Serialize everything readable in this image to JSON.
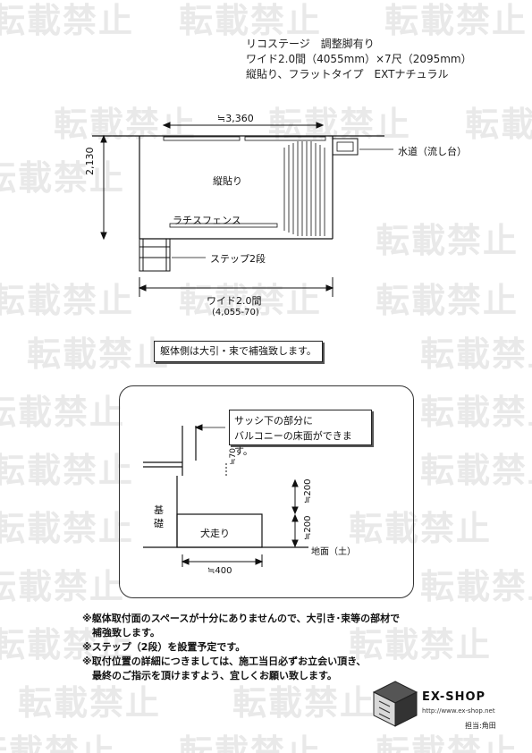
{
  "watermark": {
    "text": "転載禁止"
  },
  "header": {
    "line1": "リコステージ　調整脚有り",
    "line2": "ワイド2.0間（4055mm）×7尺（2095mm）",
    "line3": "縦貼り、フラットタイプ　EXTナチュラル"
  },
  "plan": {
    "dim_top": "≒3,360",
    "dim_left": "2,130",
    "deck_label": "縦貼り",
    "fence_label": "ラチスフェンス",
    "faucet_label": "水道（流し台）",
    "step_label": "ステップ2段",
    "width_label": "ワイド2.0間",
    "width_sub": "(4,055-70)"
  },
  "note": "躯体側は大引・束で補強致します。",
  "section": {
    "callout_line1": "サッシ下の部分に",
    "callout_line2": "バルコニーの床面ができます。",
    "dim_70": "≒70",
    "dim_200_upper": "≒200",
    "dim_200_lower": "≒200",
    "foundation_label": "基礎",
    "beam_label": "犬走り",
    "ground_label": "地面（土）",
    "dim_400": "≒400"
  },
  "footnotes": [
    "※躯体取付面のスペースが十分にありませんので、大引き･束等の部材で",
    "　補強致します。",
    "※ステップ（2段）を設置予定です。",
    "※取付位置の詳細につきましては、施工当日必ずお立会い頂き、",
    "　最終のご指示を頂けますよう、宜しくお願い致します。"
  ],
  "logo": {
    "name": "EX-SHOP",
    "url": "http://www.ex-shop.net",
    "staff": "担当:角田"
  }
}
